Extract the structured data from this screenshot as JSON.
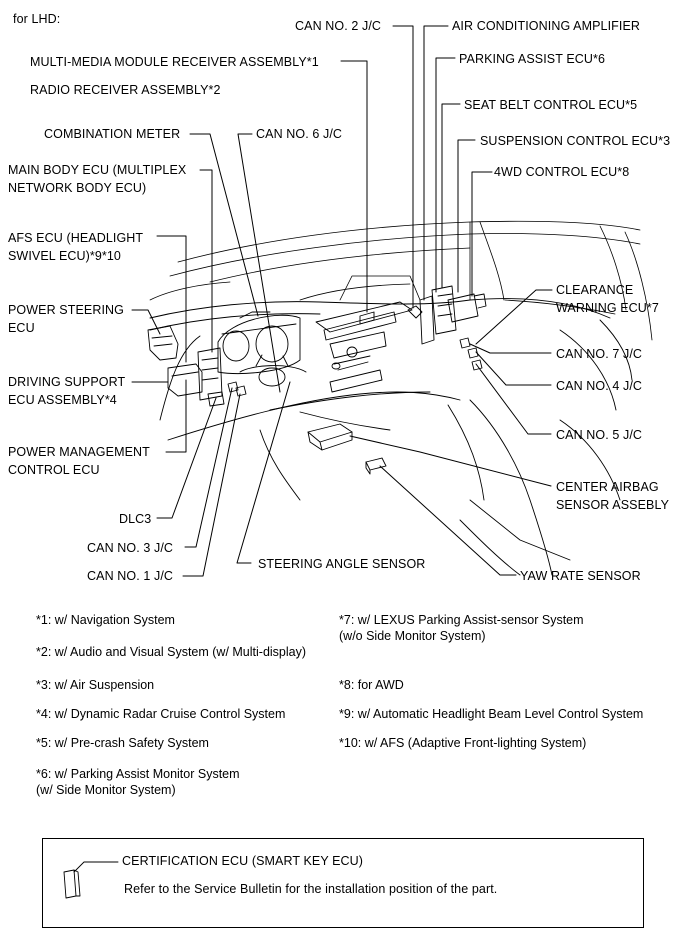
{
  "header": "for LHD:",
  "labels": {
    "can2": "CAN NO. 2 J/C",
    "air_amp": "AIR CONDITIONING AMPLIFIER",
    "mm_receiver": "MULTI-MEDIA MODULE RECEIVER ASSEMBLY*1",
    "parking_assist_ecu": "PARKING ASSIST ECU*6",
    "radio_receiver": "RADIO RECEIVER ASSEMBLY*2",
    "seat_belt_ecu": "SEAT BELT CONTROL ECU*5",
    "combination_meter": "COMBINATION METER",
    "can6": "CAN NO. 6 J/C",
    "suspension_ecu": "SUSPENSION CONTROL ECU*3",
    "main_body_ecu": "MAIN BODY ECU (MULTIPLEX\nNETWORK BODY ECU)",
    "awd_ecu": "4WD CONTROL ECU*8",
    "afs_ecu": "AFS ECU (HEADLIGHT\nSWIVEL ECU)*9*10",
    "clearance_warning": "CLEARANCE\nWARNING ECU*7",
    "power_steering": "POWER STEERING\nECU",
    "can7": "CAN NO. 7 J/C",
    "driving_support": "DRIVING SUPPORT\nECU ASSEMBLY*4",
    "can4": "CAN NO. 4 J/C",
    "power_mgmt": "POWER MANAGEMENT\nCONTROL ECU",
    "can5": "CAN NO. 5 J/C",
    "center_airbag": "CENTER AIRBAG\nSENSOR ASSEBLY",
    "dlc3": "DLC3",
    "can3": "CAN NO. 3 J/C",
    "steering_angle": "STEERING ANGLE SENSOR",
    "can1": "CAN NO. 1 J/C",
    "yaw_rate": "YAW RATE SENSOR"
  },
  "footnotes": {
    "f1": "*1: w/ Navigation System",
    "f2": "*2: w/ Audio and Visual System (w/ Multi-display)",
    "f3": "*3: w/ Air Suspension",
    "f4": "*4: w/ Dynamic Radar Cruise Control System",
    "f5": "*5: w/ Pre-crash Safety System",
    "f6": "*6: w/ Parking Assist Monitor System\n(w/ Side Monitor System)",
    "f7": "*7: w/ LEXUS Parking Assist-sensor System\n(w/o Side Monitor System)",
    "f8": "*8: for AWD",
    "f9": "*9: w/ Automatic Headlight Beam Level Control System",
    "f10": "*10: w/ AFS (Adaptive Front-lighting System)"
  },
  "legend": {
    "title": "CERTIFICATION ECU (SMART KEY ECU)",
    "note": "Refer to the Service Bulletin for the installation position of the part."
  }
}
